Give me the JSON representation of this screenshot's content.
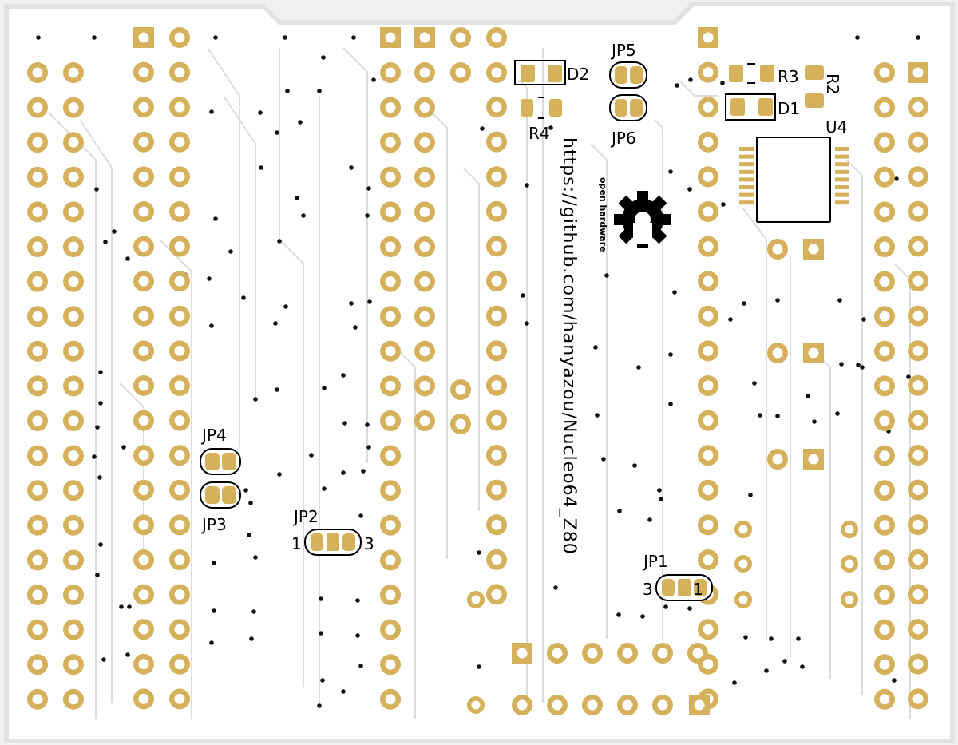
{
  "colors": {
    "board": "#ffffff",
    "board_edge": "#e2e2e2",
    "trace": "#d9d9d9",
    "pad": "#d4b15a",
    "pad_hole": "#ffffff",
    "via": "#111111",
    "silk": "#000000"
  },
  "labels": {
    "jp1": "JP1",
    "jp2": "JP2",
    "jp3": "JP3",
    "jp4": "JP4",
    "jp5": "JP5",
    "jp6": "JP6",
    "d1": "D1",
    "d2": "D2",
    "r2": "R2",
    "r3": "R3",
    "r4": "R4",
    "u4": "U4",
    "jp1_pin_left": "3",
    "jp1_pin_right": "1",
    "jp2_pin_left": "1",
    "jp2_pin_right": "3",
    "url": "https://github.com/hanyazou/Nucleo64_Z80",
    "oshw": "open hardware"
  },
  "icons": [
    "open-hardware-gear-icon"
  ]
}
